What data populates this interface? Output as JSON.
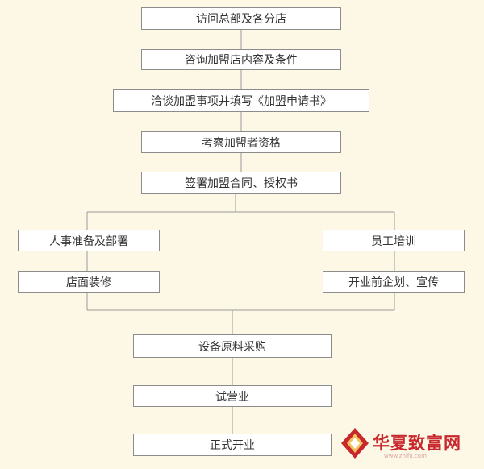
{
  "steps": {
    "visit": "访问总部及各分店",
    "consult": "咨询加盟店内容及条件",
    "negotiate": "洽谈加盟事项并填写《加盟申请书》",
    "assess": "考察加盟者资格",
    "sign": "签署加盟合同、授权书",
    "staffing": "人事准备及部署",
    "renovation": "店面装修",
    "training": "员工培训",
    "planning": "开业前企划、宣传",
    "procurement": "设备原料采购",
    "trial": "试营业",
    "opening": "正式开业"
  },
  "watermark": {
    "brand": "华夏致富网",
    "site": "www.zhifu.com"
  },
  "colors": {
    "background": "#fdf8e6",
    "box_border": "#8c8c8c",
    "line": "#999999",
    "text": "#333333",
    "brand": "#c8282d"
  }
}
